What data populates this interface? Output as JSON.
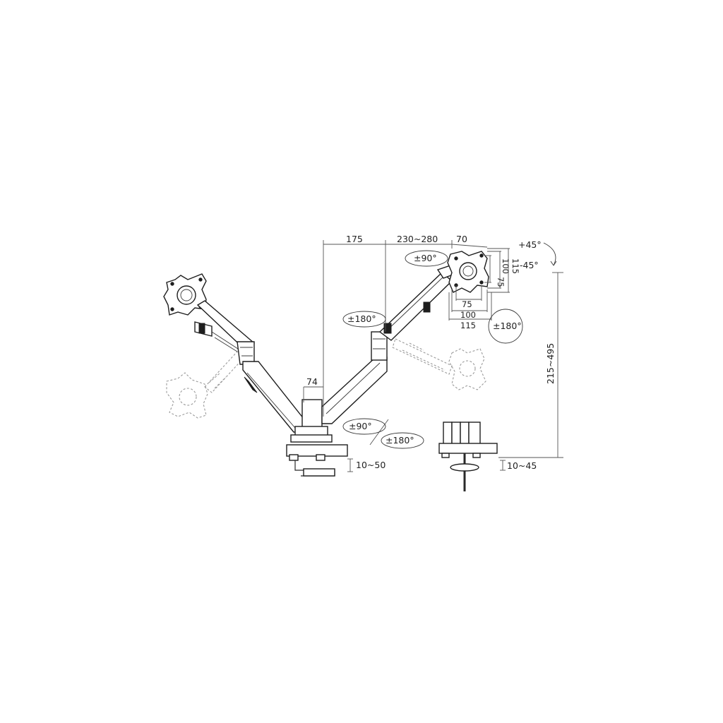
{
  "dimensions": {
    "top_offset": "175",
    "arm_length": "230~280",
    "head_depth": "70",
    "pole_width": "74",
    "height_range": "215~495",
    "clamp_range": "10~50",
    "grommet_range": "10~45",
    "vesa_inner_h": "75",
    "vesa_outer_h": "100",
    "vesa_plate_h": "115",
    "vesa_inner_w": "75",
    "vesa_outer_w": "100",
    "vesa_plate_w": "115"
  },
  "rotations": {
    "swivel_head": "±90°",
    "swivel_arm": "±180°",
    "rotate_screen": "±180°",
    "swivel_base": "±90°",
    "swivel_base_alt": "±180°",
    "tilt_up": "+45°",
    "tilt_down": "-45°"
  },
  "colors": {
    "line": "#1e1e1e",
    "ghost": "#9a9a9a",
    "background": "#ffffff"
  }
}
